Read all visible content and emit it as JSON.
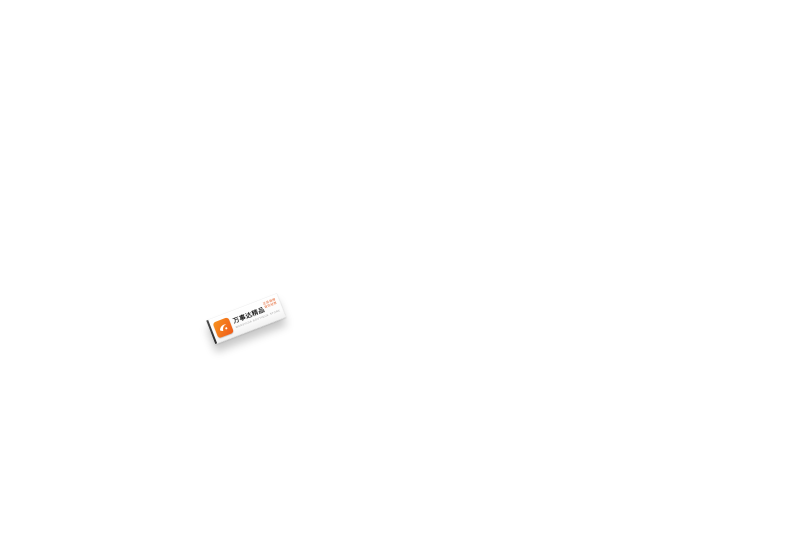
{
  "page": {
    "background_color": "#ffffff"
  },
  "sign": {
    "brand_color": "#ef5a1a",
    "brand_color_light": "#f7921e",
    "edge_color": "#3a3a3a",
    "title_color": "#1f1f1f",
    "subtitle_color": "#9a9a9a",
    "accent_color": "#e0561c",
    "title": "万事达精品",
    "subtitle": "WANSHIDA BOUTIQUE STORE",
    "accent": {
      "line1": "正品保障",
      "line2": "诚信经营"
    },
    "logo_icon": "brand-swoosh-icon"
  }
}
